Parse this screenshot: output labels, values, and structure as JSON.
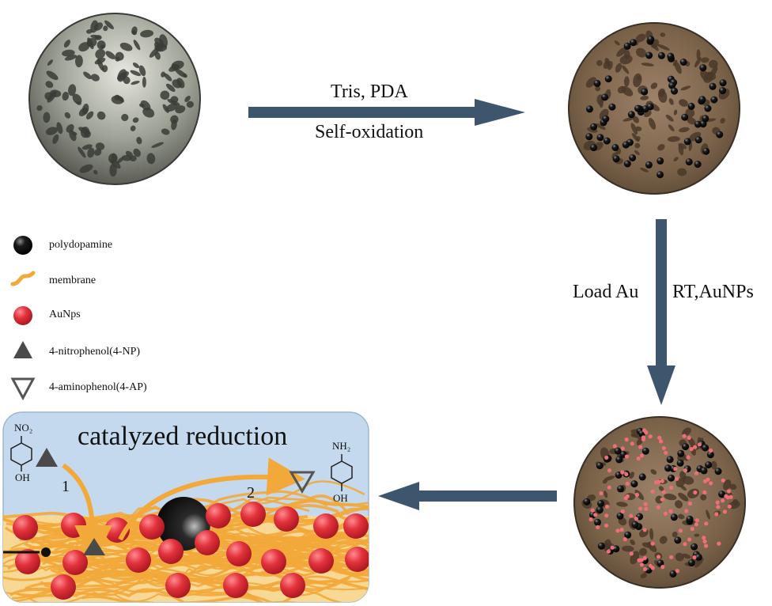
{
  "steps": {
    "step1_top": "Tris, PDA",
    "step1_bottom": "Self-oxidation",
    "step2_left": "Load Au",
    "step2_right": "RT,AuNPs"
  },
  "legend": [
    {
      "icon": "black-sphere-icon",
      "label": "polydopamine"
    },
    {
      "icon": "orange-fiber-icon",
      "label": "membrane"
    },
    {
      "icon": "red-sphere-icon",
      "label": "AuNps"
    },
    {
      "icon": "filled-triangle-icon",
      "label": "4-nitrophenol(4-NP)"
    },
    {
      "icon": "hollow-triangle-icon",
      "label": "4-aminophenol(4-AP)"
    }
  ],
  "panel": {
    "title": "catalyzed  reduction",
    "path1_number": "1",
    "path2_number": "2",
    "reactant_group": "NO₂",
    "reactant_oh": "OH",
    "product_group": "NH₂",
    "product_oh": "OH"
  },
  "colors": {
    "arrow": "#3d566e",
    "panel_bg": "#c5d9ee",
    "fiber": "#f2a93a",
    "au_particle": "#e0303a",
    "pda_particle": "#0c0c0c",
    "membrane_gray": "#8a8c80",
    "membrane_brown": "#7d6650"
  }
}
